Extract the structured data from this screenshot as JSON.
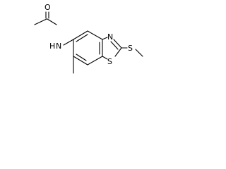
{
  "molecule": {
    "atoms": {
      "carbonyl_oxygen": "O",
      "amide_nitrogen": "N",
      "amide_hydrogen": "H",
      "thiazole_nitrogen": "N",
      "ring_sulfur": "S",
      "thioether_sulfur": "S"
    }
  }
}
